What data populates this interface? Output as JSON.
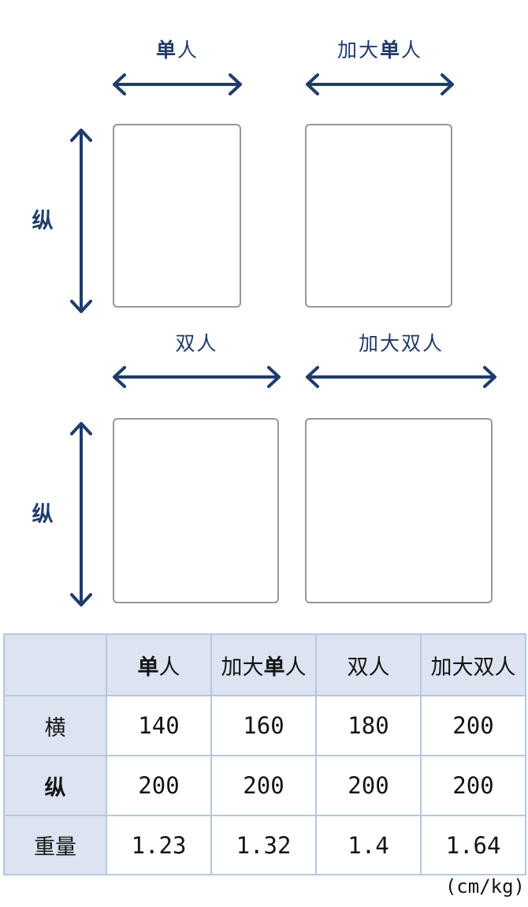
{
  "style": {
    "accent_navy": "#1f3c6b",
    "rect_border_gray": "#979797",
    "table_fill_blue": "#dce4f1",
    "table_grid_blue": "#b7c7e1",
    "bold_chars": "单纵"
  },
  "diagram": {
    "rows": [
      {
        "vertical_axis_label": "纵",
        "items": [
          {
            "label": "单人",
            "width_cm": 140
          },
          {
            "label": "加大单人",
            "width_cm": 160
          }
        ]
      },
      {
        "vertical_axis_label": "纵",
        "items": [
          {
            "label": "双人",
            "width_cm": 180
          },
          {
            "label": "加大双人",
            "width_cm": 200
          }
        ]
      }
    ]
  },
  "table": {
    "columns": [
      "",
      "单人",
      "加大单人",
      "双人",
      "加大双人"
    ],
    "rows": [
      {
        "label": "横",
        "values": [
          "140",
          "160",
          "180",
          "200"
        ]
      },
      {
        "label": "纵",
        "values": [
          "200",
          "200",
          "200",
          "200"
        ]
      },
      {
        "label": "重量",
        "values": [
          "1.23",
          "1.32",
          "1.4",
          "1.64"
        ]
      }
    ],
    "unit_note": "(cm/kg)"
  },
  "chart_data": {
    "type": "table",
    "title": "",
    "columns": [
      "单人",
      "加大单人",
      "双人",
      "加大双人"
    ],
    "rows": [
      {
        "label": "横",
        "values": [
          140,
          160,
          180,
          200
        ]
      },
      {
        "label": "纵",
        "values": [
          200,
          200,
          200,
          200
        ]
      },
      {
        "label": "重量",
        "values": [
          1.23,
          1.32,
          1.4,
          1.64
        ]
      }
    ],
    "units": "cm/kg"
  }
}
